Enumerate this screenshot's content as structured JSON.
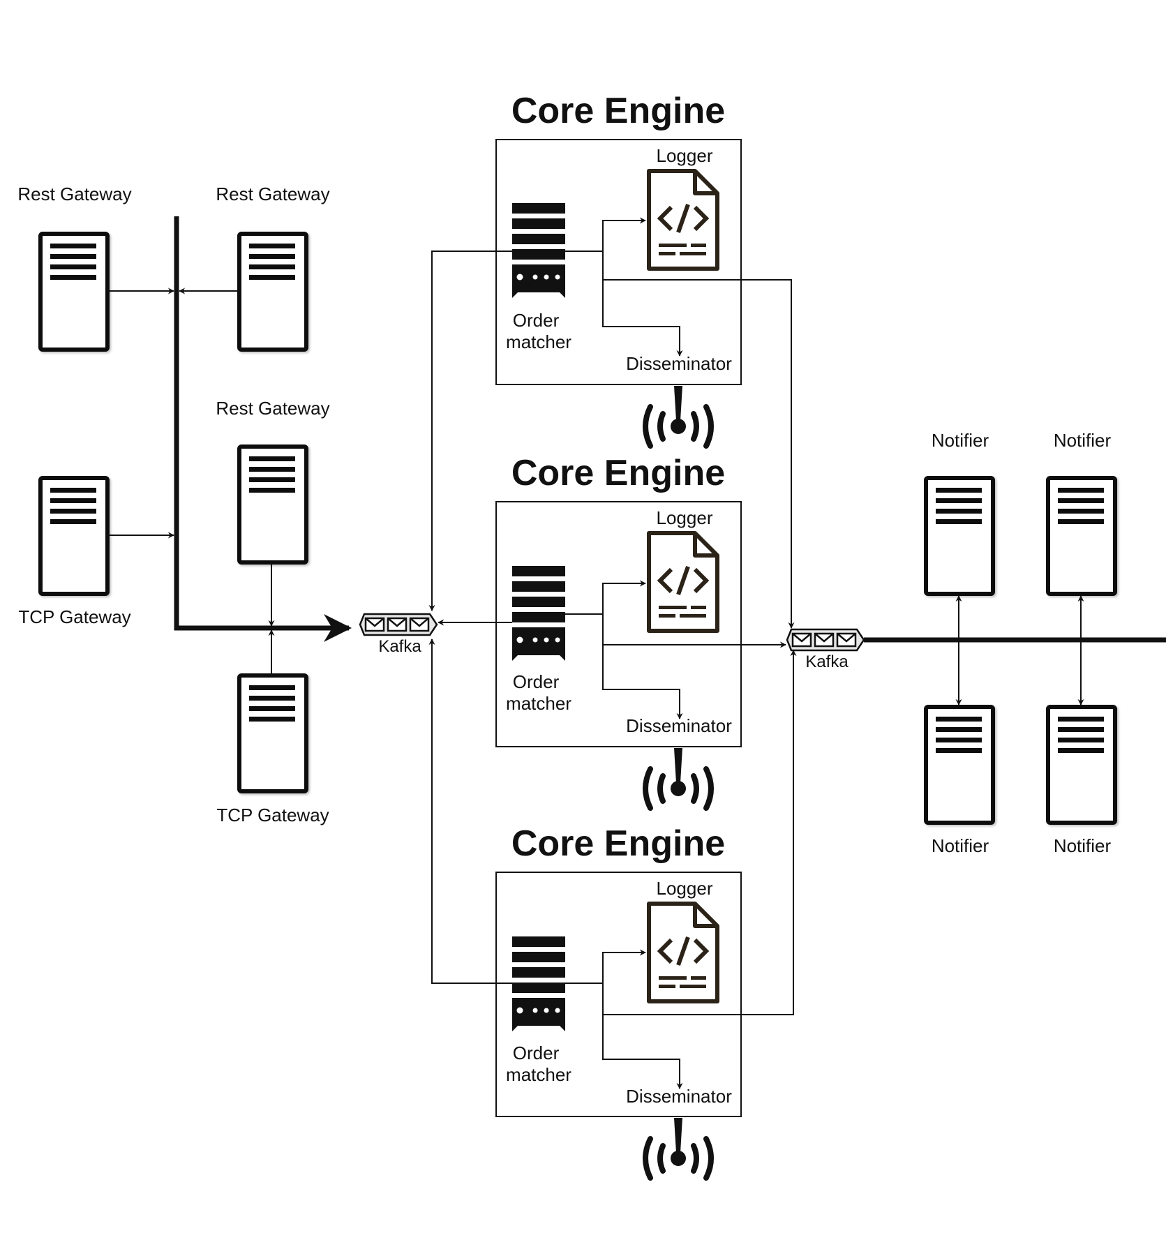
{
  "gateways": {
    "left_top_label": "Rest Gateway",
    "left_bottom_label": "TCP Gateway",
    "mid_top_label": "Rest Gateway",
    "mid_middle_label": "Rest Gateway",
    "mid_bottom_label": "TCP Gateway"
  },
  "kafka": {
    "left_label": "Kafka",
    "right_label": "Kafka"
  },
  "engines": [
    {
      "title": "Core Engine",
      "logger_label": "Logger",
      "matcher_label_line1": "Order",
      "matcher_label_line2": "matcher",
      "disseminator_label": "Disseminator"
    },
    {
      "title": "Core Engine",
      "logger_label": "Logger",
      "matcher_label_line1": "Order",
      "matcher_label_line2": "matcher",
      "disseminator_label": "Disseminator"
    },
    {
      "title": "Core Engine",
      "logger_label": "Logger",
      "matcher_label_line1": "Order",
      "matcher_label_line2": "matcher",
      "disseminator_label": "Disseminator"
    }
  ],
  "notifiers": {
    "top_left_label": "Notifier",
    "top_right_label": "Notifier",
    "bottom_left_label": "Notifier",
    "bottom_right_label": "Notifier"
  },
  "icons": {
    "server": "server-icon",
    "code_file": "code-file-icon",
    "rack": "server-rack-icon",
    "broadcast": "broadcast-antenna-icon",
    "queue": "message-queue-icon"
  },
  "colors": {
    "stroke": "#111111",
    "icon_dark": "#2b2318",
    "background": "#ffffff"
  }
}
